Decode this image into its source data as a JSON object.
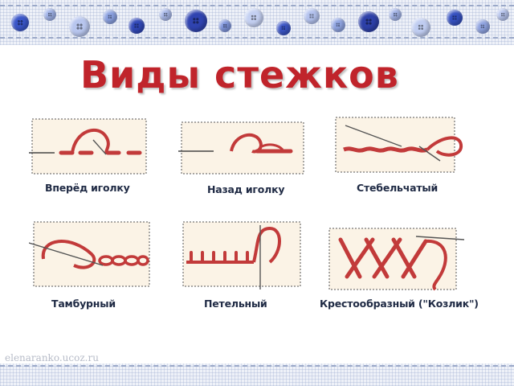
{
  "title": "Виды стежков",
  "stitches": [
    {
      "id": "forward",
      "label": "Вперёд иголку"
    },
    {
      "id": "back",
      "label": "Назад иголку"
    },
    {
      "id": "stem",
      "label": "Стебельчатый"
    },
    {
      "id": "chain",
      "label": "Тамбурный"
    },
    {
      "id": "buttonhole",
      "label": "Петельный"
    },
    {
      "id": "cross",
      "label": "Крестообразный (\"Козлик\")"
    }
  ],
  "watermark": "elenaranko.ucoz.ru",
  "colors": {
    "title": "#c0242b",
    "thread": "#c23a3a",
    "fabric": "#fbf3e6",
    "caption": "#1f2a44"
  },
  "decor": {
    "icon": "sewing-buttons"
  }
}
